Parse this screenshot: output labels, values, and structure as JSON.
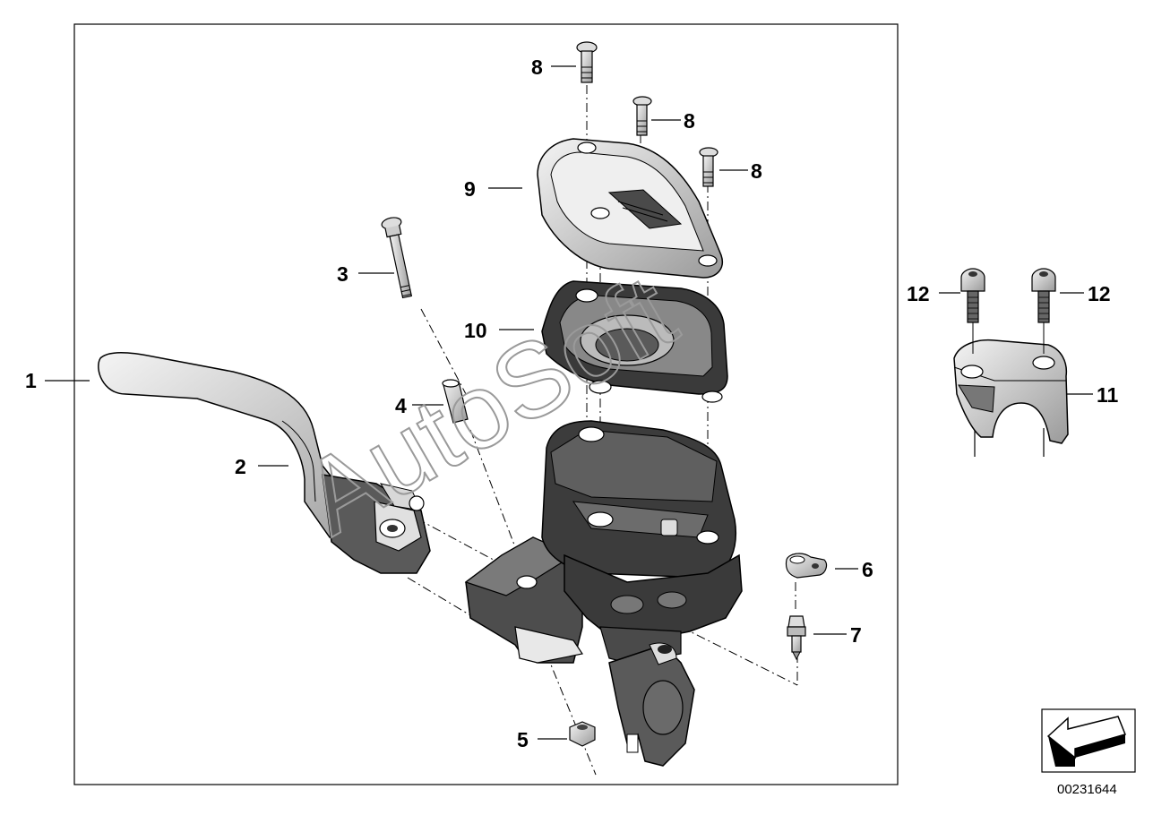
{
  "callouts": [
    {
      "id": "1",
      "label": "1"
    },
    {
      "id": "2",
      "label": "2"
    },
    {
      "id": "3",
      "label": "3"
    },
    {
      "id": "4",
      "label": "4"
    },
    {
      "id": "5",
      "label": "5"
    },
    {
      "id": "6",
      "label": "6"
    },
    {
      "id": "7",
      "label": "7"
    },
    {
      "id": "8a",
      "label": "8"
    },
    {
      "id": "8b",
      "label": "8"
    },
    {
      "id": "8c",
      "label": "8"
    },
    {
      "id": "9",
      "label": "9"
    },
    {
      "id": "10",
      "label": "10"
    },
    {
      "id": "11",
      "label": "11"
    },
    {
      "id": "12a",
      "label": "12"
    },
    {
      "id": "12b",
      "label": "12"
    }
  ],
  "watermark": "AutoSoft",
  "diagram_number": "00231644",
  "colors": {
    "ink": "#000000",
    "part_fill": "#4a4a4a",
    "part_light": "#e6e6e6",
    "watermark": "#9a9a9a"
  },
  "icons": {
    "orientation_arrow": "arrow-down-left-icon"
  }
}
